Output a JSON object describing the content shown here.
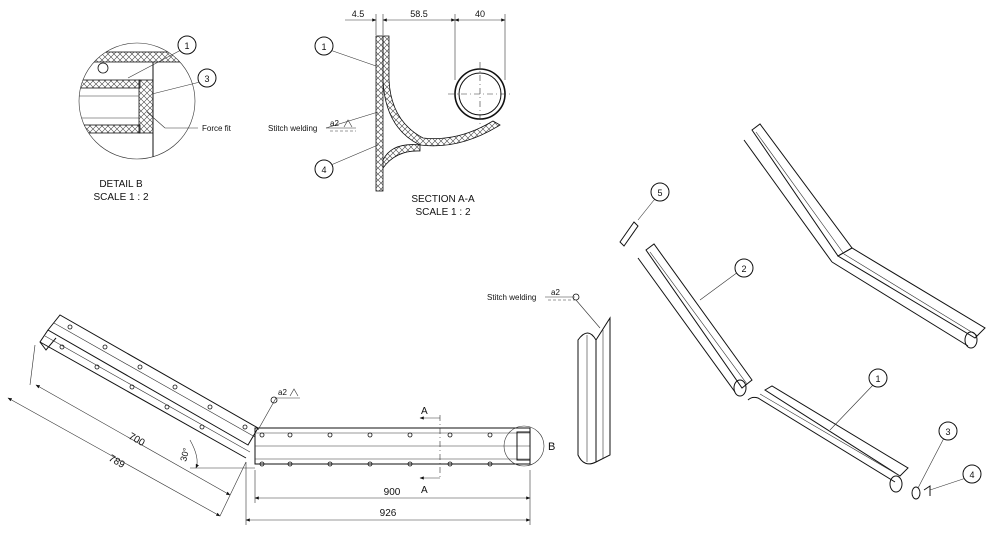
{
  "detail_b": {
    "title": "DETAIL B",
    "scale": "SCALE 1 : 2",
    "note_force_fit": "Force fit"
  },
  "section_aa": {
    "title": "SECTION A-A",
    "scale": "SCALE 1 : 2",
    "dim_top_1": "4.5",
    "dim_top_2": "58.5",
    "dim_top_3": "40"
  },
  "weld": {
    "stitch_label": "Stitch welding",
    "symbol": "a2"
  },
  "balloons": {
    "b1": "1",
    "b2": "2",
    "b3": "3",
    "b4": "4",
    "b5": "5"
  },
  "main_view": {
    "dim_700": "700",
    "dim_789": "789",
    "dim_angle": "30°",
    "dim_900": "900",
    "dim_926": "926",
    "section_mark": "A",
    "detail_mark": "B"
  }
}
